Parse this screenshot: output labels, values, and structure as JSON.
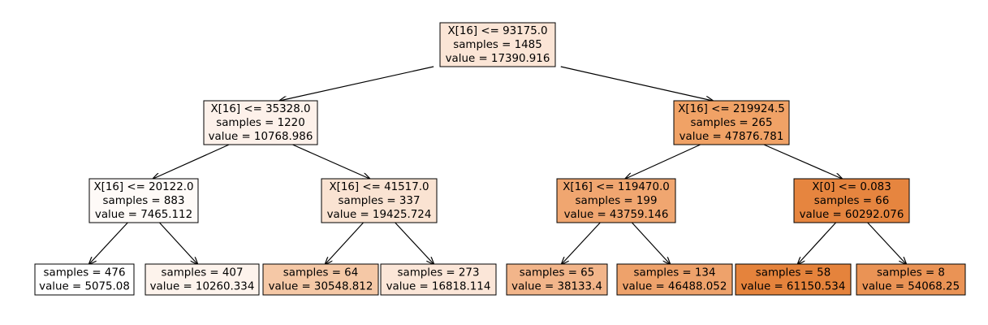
{
  "tree": {
    "nodes": [
      {
        "id": "n0",
        "lines": [
          "X[16] <= 93175.0",
          "samples = 1485",
          "value = 17390.916"
        ],
        "fill": "#fbe5d6"
      },
      {
        "id": "n1",
        "lines": [
          "X[16] <= 35328.0",
          "samples = 1220",
          "value = 10768.986"
        ],
        "fill": "#fdf1ea"
      },
      {
        "id": "n2",
        "lines": [
          "X[16] <= 219924.5",
          "samples = 265",
          "value = 47876.781"
        ],
        "fill": "#f0a266"
      },
      {
        "id": "n3",
        "lines": [
          "X[16] <= 20122.0",
          "samples = 883",
          "value = 7465.112"
        ],
        "fill": "#fefaf7"
      },
      {
        "id": "n4",
        "lines": [
          "X[16] <= 41517.0",
          "samples = 337",
          "value = 19425.724"
        ],
        "fill": "#fae3d2"
      },
      {
        "id": "n5",
        "lines": [
          "X[16] <= 119470.0",
          "samples = 199",
          "value = 43759.146"
        ],
        "fill": "#f0a670"
      },
      {
        "id": "n6",
        "lines": [
          "X[0] <= 0.083",
          "samples = 66",
          "value = 60292.076"
        ],
        "fill": "#e6853f"
      },
      {
        "id": "n7",
        "lines": [
          "samples = 476",
          "value = 5075.08"
        ],
        "fill": "#ffffff"
      },
      {
        "id": "n8",
        "lines": [
          "samples = 407",
          "value = 10260.334"
        ],
        "fill": "#fdf3ec"
      },
      {
        "id": "n9",
        "lines": [
          "samples = 64",
          "value = 30548.812"
        ],
        "fill": "#f5c8a6"
      },
      {
        "id": "n10",
        "lines": [
          "samples = 273",
          "value = 16818.114"
        ],
        "fill": "#fbe6d8"
      },
      {
        "id": "n11",
        "lines": [
          "samples = 65",
          "value = 38133.4"
        ],
        "fill": "#f2b58a"
      },
      {
        "id": "n12",
        "lines": [
          "samples = 134",
          "value = 46488.052"
        ],
        "fill": "#eea26b"
      },
      {
        "id": "n13",
        "lines": [
          "samples = 58",
          "value = 61150.534"
        ],
        "fill": "#e5833c"
      },
      {
        "id": "n14",
        "lines": [
          "samples = 8",
          "value = 54068.25"
        ],
        "fill": "#ea9355"
      }
    ],
    "edges": [
      [
        "n0",
        "n1"
      ],
      [
        "n0",
        "n2"
      ],
      [
        "n1",
        "n3"
      ],
      [
        "n1",
        "n4"
      ],
      [
        "n2",
        "n5"
      ],
      [
        "n2",
        "n6"
      ],
      [
        "n3",
        "n7"
      ],
      [
        "n3",
        "n8"
      ],
      [
        "n4",
        "n9"
      ],
      [
        "n4",
        "n10"
      ],
      [
        "n5",
        "n11"
      ],
      [
        "n5",
        "n12"
      ],
      [
        "n6",
        "n13"
      ],
      [
        "n6",
        "n14"
      ]
    ]
  }
}
